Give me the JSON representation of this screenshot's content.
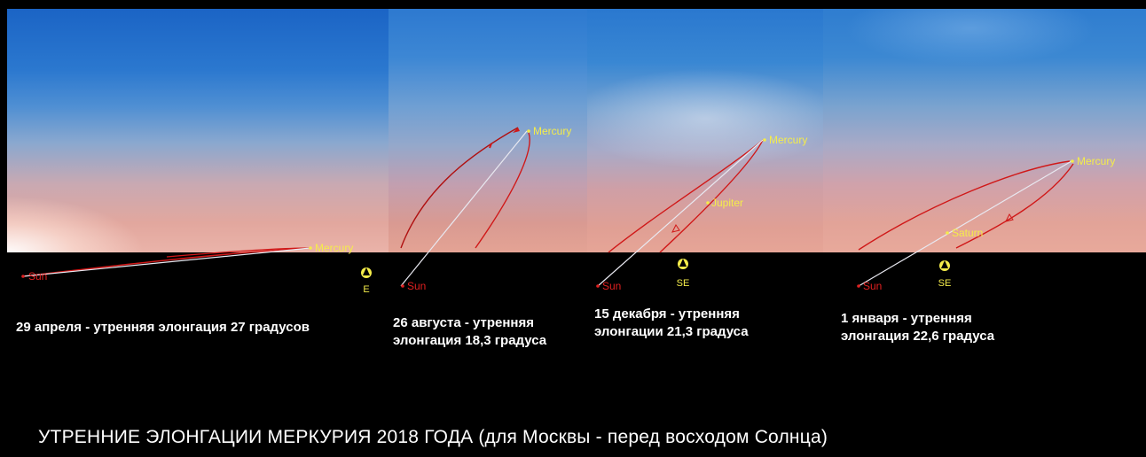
{
  "title": "УТРЕННИЕ ЭЛОНГАЦИИ МЕРКУРИЯ 2018 ГОДА  (для Москвы - перед восходом Солнца)",
  "colors": {
    "planet_label": "#f4ec4a",
    "sun_label": "#e02020",
    "orbit_path": "#d01818",
    "elongation_line": "#e8e8f0",
    "ground": "#000000"
  },
  "panels": [
    {
      "caption": "29 апреля - утренняя элонгация 27 градусов",
      "labels": {
        "mercury": "Mercury",
        "sun": "Sun",
        "direction": "E"
      },
      "compass_icon": "compass-marker-icon"
    },
    {
      "caption": "26 августа - утренняя\nэлонгация 18,3 градуса",
      "labels": {
        "mercury": "Mercury",
        "sun": "Sun"
      }
    },
    {
      "caption": "15 декабря - утренняя\nэлонгации 21,3 градуса",
      "labels": {
        "mercury": "Mercury",
        "jupiter": "Jupiter",
        "sun": "Sun",
        "direction": "SE"
      },
      "compass_icon": "compass-marker-icon"
    },
    {
      "caption": "1  января -  утренняя\nэлонгация 22,6 градуса",
      "labels": {
        "mercury": "Mercury",
        "saturn": "Saturn",
        "sun": "Sun",
        "direction": "SE"
      },
      "compass_icon": "compass-marker-icon"
    }
  ]
}
